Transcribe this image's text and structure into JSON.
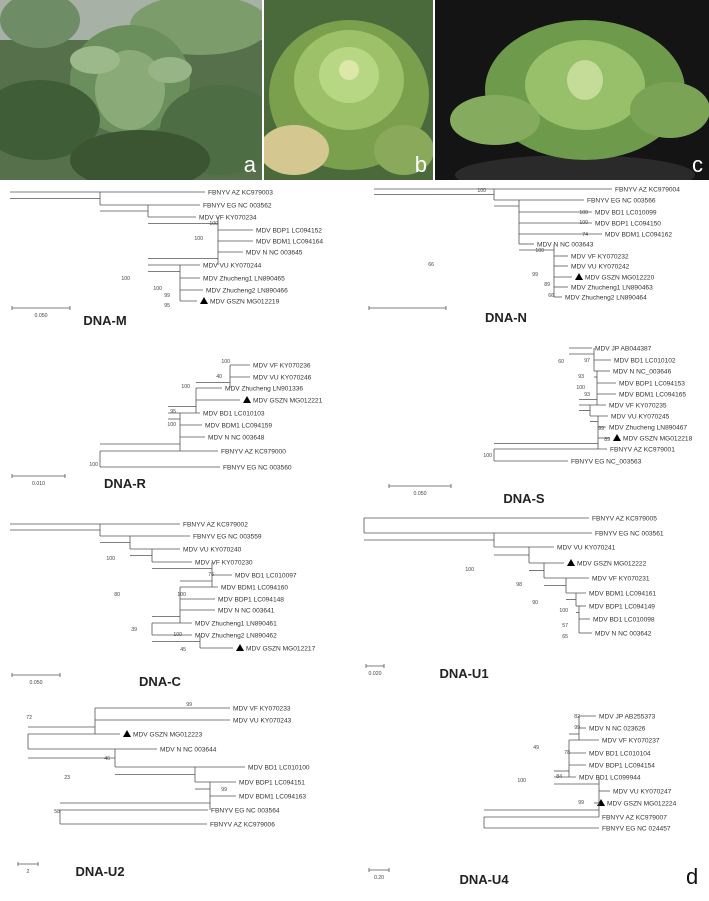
{
  "photos": [
    {
      "label": "a"
    },
    {
      "label": "b"
    },
    {
      "label": "c"
    }
  ],
  "panel_label_d": "d",
  "trees": [
    {
      "title": "DNA-M",
      "scale": "0.050",
      "leaves": [
        {
          "name": "FBNYV AZ KC979003",
          "marker": false
        },
        {
          "name": "FBNYV EG NC 003562",
          "marker": false
        },
        {
          "name": "MDV VF KY070234",
          "marker": false
        },
        {
          "name": "MDV BDP1 LC094152",
          "marker": false
        },
        {
          "name": "MDV BDM1 LC094164",
          "marker": false
        },
        {
          "name": "MDV N NC 003645",
          "marker": false
        },
        {
          "name": "MDV VU KY070244",
          "marker": false
        },
        {
          "name": "MDV Zhucheng1 LN890465",
          "marker": false
        },
        {
          "name": "MDV Zhucheng2 LN890466",
          "marker": false
        },
        {
          "name": "MDV GSZN MG012219",
          "marker": true
        }
      ],
      "bootstraps": [
        "100",
        "100",
        "100",
        "100",
        "99",
        "95"
      ]
    },
    {
      "title": "DNA-N",
      "scale": "",
      "leaves": [
        {
          "name": "FBNYV AZ KC979004",
          "marker": false
        },
        {
          "name": "FBNYV EG NC 003566",
          "marker": false
        },
        {
          "name": "MDV BD1 LC010099",
          "marker": false
        },
        {
          "name": "MDV BDP1 LC094150",
          "marker": false
        },
        {
          "name": "MDV BDM1 LC094162",
          "marker": false
        },
        {
          "name": "MDV N NC 003643",
          "marker": false
        },
        {
          "name": "MDV VF KY070232",
          "marker": false
        },
        {
          "name": "MDV VU KY070242",
          "marker": false
        },
        {
          "name": "MDV GSZN MG012220",
          "marker": true
        },
        {
          "name": "MDV Zhucheng1 LN890463",
          "marker": false
        },
        {
          "name": "MDV Zhucheng2 LN890464",
          "marker": false
        }
      ],
      "bootstraps": [
        "100",
        "100",
        "100",
        "74",
        "66",
        "100",
        "99",
        "89",
        "66"
      ]
    },
    {
      "title": "DNA-R",
      "scale": "0.010",
      "leaves": [
        {
          "name": "MDV VF KY070236",
          "marker": false
        },
        {
          "name": "MDV VU KY070246",
          "marker": false
        },
        {
          "name": "MDV Zhucheng LN901336",
          "marker": false
        },
        {
          "name": "MDV GSZN MG012221",
          "marker": true
        },
        {
          "name": "MDV BD1 LC010103",
          "marker": false
        },
        {
          "name": "MDV BDM1 LC094159",
          "marker": false
        },
        {
          "name": "MDV N NC 003648",
          "marker": false
        },
        {
          "name": "FBNYV AZ KC979000",
          "marker": false
        },
        {
          "name": "FBNYV EG NC 003560",
          "marker": false
        }
      ],
      "bootstraps": [
        "100",
        "40",
        "100",
        "95",
        "100",
        "100"
      ]
    },
    {
      "title": "DNA-S",
      "scale": "0.050",
      "leaves": [
        {
          "name": "MDV JP AB044387",
          "marker": false
        },
        {
          "name": "MDV BD1 LC010102",
          "marker": false
        },
        {
          "name": "MDV N NC_003646",
          "marker": false
        },
        {
          "name": "MDV BDP1 LC094153",
          "marker": false
        },
        {
          "name": "MDV BDM1 LC094165",
          "marker": false
        },
        {
          "name": "MDV VF KY070235",
          "marker": false
        },
        {
          "name": "MDV VU KY070245",
          "marker": false
        },
        {
          "name": "MDV Zhucheng LN890467",
          "marker": false
        },
        {
          "name": "MDV GSZN MG012218",
          "marker": true
        },
        {
          "name": "FBNYV AZ KC979001",
          "marker": false
        },
        {
          "name": "FBNYV EG NC_003563",
          "marker": false
        }
      ],
      "bootstraps": [
        "60",
        "97",
        "93",
        "100",
        "93",
        "99",
        "89",
        "100"
      ]
    },
    {
      "title": "DNA-C",
      "scale": "0.050",
      "leaves": [
        {
          "name": "FBNYV AZ KC979002",
          "marker": false
        },
        {
          "name": "FBNYV EG NC 003559",
          "marker": false
        },
        {
          "name": "MDV VU KY070240",
          "marker": false
        },
        {
          "name": "MDV VF KY070230",
          "marker": false
        },
        {
          "name": "MDV BD1 LC010097",
          "marker": false
        },
        {
          "name": "MDV BDM1 LC094160",
          "marker": false
        },
        {
          "name": "MDV BDP1 LC094148",
          "marker": false
        },
        {
          "name": "MDV N NC 003641",
          "marker": false
        },
        {
          "name": "MDV Zhucheng1 LN890461",
          "marker": false
        },
        {
          "name": "MDV Zhucheng2 LN890462",
          "marker": false
        },
        {
          "name": "MDV GSZN MG012217",
          "marker": true
        }
      ],
      "bootstraps": [
        "100",
        "80",
        "76",
        "100",
        "39",
        "100",
        "45"
      ]
    },
    {
      "title": "DNA-U1",
      "scale": "0.020",
      "leaves": [
        {
          "name": "FBNYV AZ KC979005",
          "marker": false
        },
        {
          "name": "FBNYV EG NC 003561",
          "marker": false
        },
        {
          "name": "MDV VU KY070241",
          "marker": false
        },
        {
          "name": "MDV GSZN MG012222",
          "marker": true
        },
        {
          "name": "MDV VF KY070231",
          "marker": false
        },
        {
          "name": "MDV BDM1 LC094161",
          "marker": false
        },
        {
          "name": "MDV BDP1 LC094149",
          "marker": false
        },
        {
          "name": "MDV BD1 LC010098",
          "marker": false
        },
        {
          "name": "MDV N NC 003642",
          "marker": false
        }
      ],
      "bootstraps": [
        "100",
        "98",
        "90",
        "100",
        "57",
        "65"
      ]
    },
    {
      "title": "DNA-U2",
      "scale": "2",
      "leaves": [
        {
          "name": "MDV VF KY070233",
          "marker": false
        },
        {
          "name": "MDV VU KY070243",
          "marker": false
        },
        {
          "name": "MDV GSZN MG012223",
          "marker": true
        },
        {
          "name": "MDV N NC 003644",
          "marker": false
        },
        {
          "name": "MDV BD1 LC010100",
          "marker": false
        },
        {
          "name": "MDV BDP1 LC094151",
          "marker": false
        },
        {
          "name": "MDV BDM1 LC094163",
          "marker": false
        },
        {
          "name": "FBNYV EG NC 003564",
          "marker": false
        },
        {
          "name": "FBNYV AZ KC979006",
          "marker": false
        }
      ],
      "bootstraps": [
        "99",
        "72",
        "46",
        "99",
        "23",
        "58"
      ]
    },
    {
      "title": "DNA-U4",
      "scale": "0.20",
      "leaves": [
        {
          "name": "MDV JP AB255373",
          "marker": false
        },
        {
          "name": "MDV N NC 023626",
          "marker": false
        },
        {
          "name": "MDV VF KY070237",
          "marker": false
        },
        {
          "name": "MDV BD1 LC010104",
          "marker": false
        },
        {
          "name": "MDV BDP1 LC094154",
          "marker": false
        },
        {
          "name": "MDV BD1 LC099944",
          "marker": false
        },
        {
          "name": "MDV VU KY070247",
          "marker": false
        },
        {
          "name": "MDV GSZN MG012224",
          "marker": true
        },
        {
          "name": "FBNYV AZ KC979007",
          "marker": false
        },
        {
          "name": "FBNYV EG NC 024457",
          "marker": false
        }
      ],
      "bootstraps": [
        "82",
        "99",
        "49",
        "78",
        "100",
        "84",
        "99"
      ]
    }
  ]
}
